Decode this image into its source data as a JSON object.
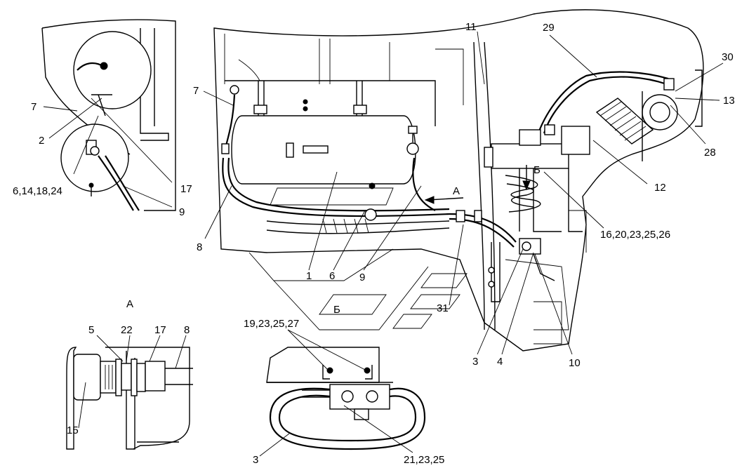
{
  "view_labels": {
    "view_a_title": "А",
    "arrow_a": "А",
    "arrow_b": "Б",
    "section_b": "Б"
  },
  "callouts": {
    "c7_left": "7",
    "c2": "2",
    "c6_14_18_24": "6,14,18,24",
    "c17_top": "17",
    "c9_left": "9",
    "c7_main": "7",
    "c8_main": "8",
    "c1": "1",
    "c6": "6",
    "c9_main": "9",
    "c11": "11",
    "c29": "29",
    "c30": "30",
    "c13": "13",
    "c28": "28",
    "c12": "12",
    "c16_20_23_25_26": "16,20,23,25,26",
    "c31": "31",
    "c3_main": "3",
    "c4": "4",
    "c10": "10",
    "c19_23_25_27": "19,23,25,27",
    "c21_23_25": "21,23,25",
    "c3_bottom": "3",
    "c5": "5",
    "c22": "22",
    "c17_a": "17",
    "c8_a": "8",
    "c15": "15"
  }
}
